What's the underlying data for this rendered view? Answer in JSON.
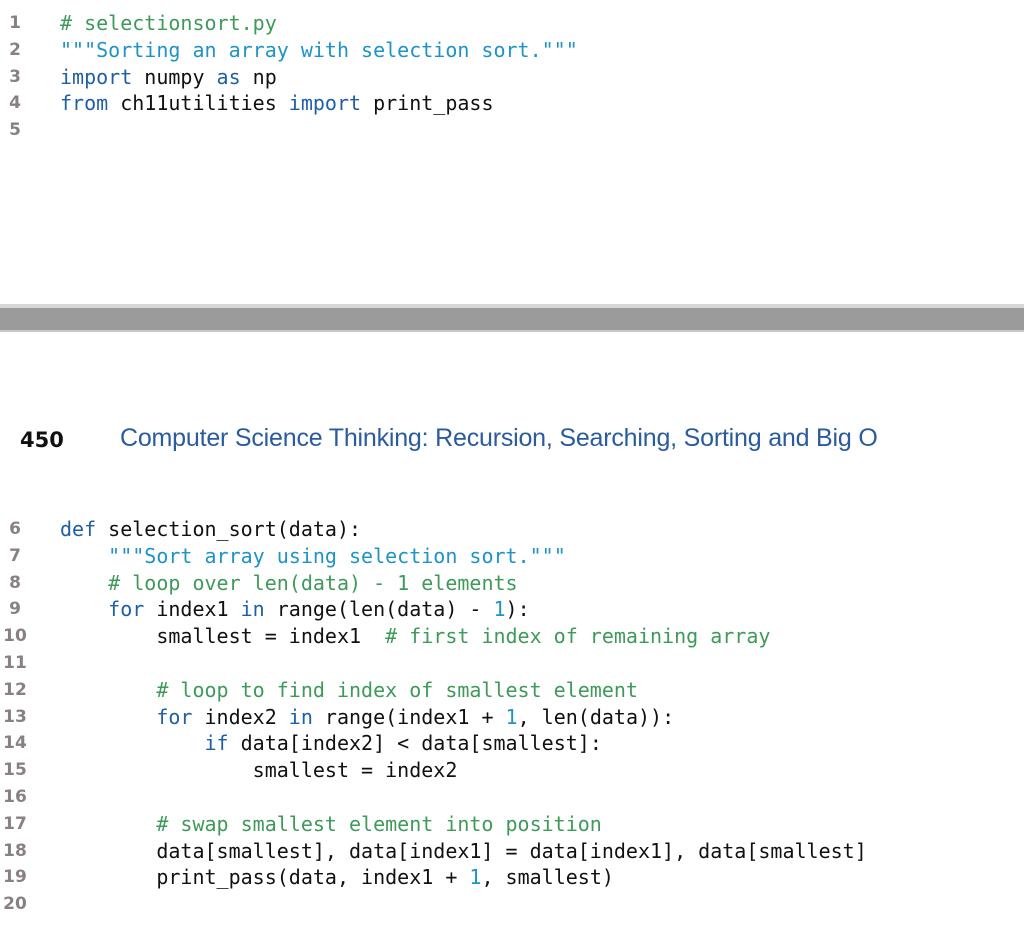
{
  "top_code": {
    "lines": [
      {
        "n": "1",
        "tokens": [
          {
            "t": "# selectionsort.py",
            "c": "com"
          }
        ]
      },
      {
        "n": "2",
        "tokens": [
          {
            "t": "\"\"\"Sorting an array with selection sort.\"\"\"",
            "c": "str"
          }
        ]
      },
      {
        "n": "3",
        "tokens": [
          {
            "t": "import",
            "c": "kw"
          },
          {
            "t": " numpy ",
            "c": "plain"
          },
          {
            "t": "as",
            "c": "kw"
          },
          {
            "t": " np",
            "c": "plain"
          }
        ]
      },
      {
        "n": "4",
        "tokens": [
          {
            "t": "from",
            "c": "kw"
          },
          {
            "t": " ch11utilities ",
            "c": "plain"
          },
          {
            "t": "import",
            "c": "kw"
          },
          {
            "t": " print_pass",
            "c": "plain"
          }
        ]
      },
      {
        "n": "5",
        "tokens": []
      }
    ]
  },
  "page_header": {
    "page_number": "450",
    "chapter_title": "Computer Science Thinking: Recursion, Searching, Sorting and Big O"
  },
  "bottom_code": {
    "lines": [
      {
        "n": "6",
        "tokens": [
          {
            "t": "def",
            "c": "kw"
          },
          {
            "t": " selection_sort(data):",
            "c": "plain"
          }
        ]
      },
      {
        "n": "7",
        "tokens": [
          {
            "t": "    ",
            "c": "plain"
          },
          {
            "t": "\"\"\"Sort array using selection sort.\"\"\"",
            "c": "str"
          }
        ]
      },
      {
        "n": "8",
        "tokens": [
          {
            "t": "    ",
            "c": "plain"
          },
          {
            "t": "# loop over len(data) - 1 elements",
            "c": "com"
          }
        ]
      },
      {
        "n": "9",
        "tokens": [
          {
            "t": "    ",
            "c": "plain"
          },
          {
            "t": "for",
            "c": "kw"
          },
          {
            "t": " index1 ",
            "c": "plain"
          },
          {
            "t": "in",
            "c": "kw"
          },
          {
            "t": " range(len(data) - ",
            "c": "plain"
          },
          {
            "t": "1",
            "c": "num"
          },
          {
            "t": "):",
            "c": "plain"
          }
        ]
      },
      {
        "n": "10",
        "tokens": [
          {
            "t": "        smallest = index1  ",
            "c": "plain"
          },
          {
            "t": "# first index of remaining array",
            "c": "com"
          }
        ]
      },
      {
        "n": "11",
        "tokens": []
      },
      {
        "n": "12",
        "tokens": [
          {
            "t": "        ",
            "c": "plain"
          },
          {
            "t": "# loop to find index of smallest element",
            "c": "com"
          }
        ]
      },
      {
        "n": "13",
        "tokens": [
          {
            "t": "        ",
            "c": "plain"
          },
          {
            "t": "for",
            "c": "kw"
          },
          {
            "t": " index2 ",
            "c": "plain"
          },
          {
            "t": "in",
            "c": "kw"
          },
          {
            "t": " range(index1 + ",
            "c": "plain"
          },
          {
            "t": "1",
            "c": "num"
          },
          {
            "t": ", len(data)):",
            "c": "plain"
          }
        ]
      },
      {
        "n": "14",
        "tokens": [
          {
            "t": "            ",
            "c": "plain"
          },
          {
            "t": "if",
            "c": "kw"
          },
          {
            "t": " data[index2] < data[smallest]:",
            "c": "plain"
          }
        ]
      },
      {
        "n": "15",
        "tokens": [
          {
            "t": "                smallest = index2",
            "c": "plain"
          }
        ]
      },
      {
        "n": "16",
        "tokens": []
      },
      {
        "n": "17",
        "tokens": [
          {
            "t": "        ",
            "c": "plain"
          },
          {
            "t": "# swap smallest element into position",
            "c": "com"
          }
        ]
      },
      {
        "n": "18",
        "tokens": [
          {
            "t": "        data[smallest], data[index1] = data[index1], data[smallest]",
            "c": "plain"
          }
        ]
      },
      {
        "n": "19",
        "tokens": [
          {
            "t": "        print_pass(data, index1 + ",
            "c": "plain"
          },
          {
            "t": "1",
            "c": "num"
          },
          {
            "t": ", smallest)",
            "c": "plain"
          }
        ]
      },
      {
        "n": "20",
        "tokens": []
      }
    ]
  },
  "colors": {
    "keyword": "#1f5fa6",
    "string": "#1f93c7",
    "comment": "#3f9a5a",
    "number": "#1f93c7",
    "line_number": "#8a7f86",
    "chapter_title": "#2a5b9e"
  }
}
